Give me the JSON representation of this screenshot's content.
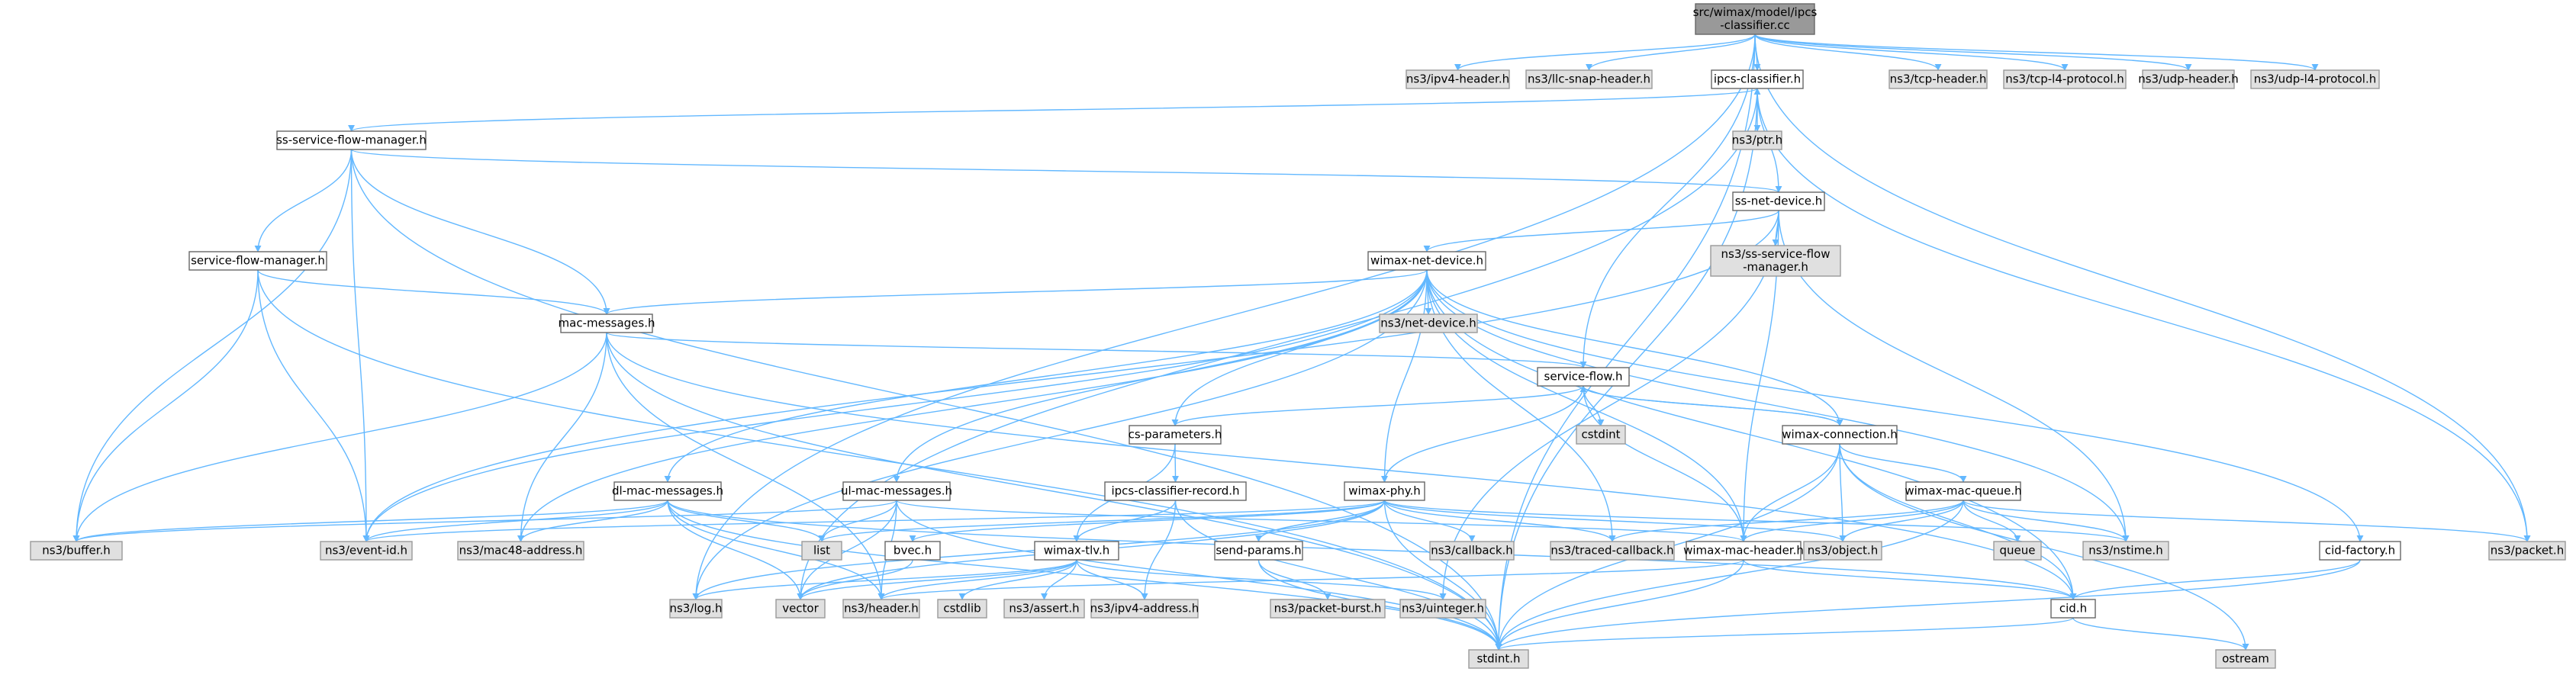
{
  "colors": {
    "root_fill": "#999999",
    "root_stroke": "#666666",
    "internal_fill": "#ffffff",
    "internal_stroke": "#666666",
    "external_fill": "#e0e0e0",
    "external_stroke": "#999999",
    "edge": "#63b8ff"
  },
  "nodes": [
    {
      "id": "root",
      "type": "root",
      "lines": [
        "src/wimax/model/ipcs",
        "-classifier.cc"
      ]
    },
    {
      "id": "ipv4hdr",
      "type": "external",
      "lines": [
        "ns3/ipv4-header.h"
      ]
    },
    {
      "id": "llcsnap",
      "type": "external",
      "lines": [
        "ns3/llc-snap-header.h"
      ]
    },
    {
      "id": "ipcsclass",
      "type": "internal",
      "lines": [
        "ipcs-classifier.h"
      ]
    },
    {
      "id": "tcphdr",
      "type": "external",
      "lines": [
        "ns3/tcp-header.h"
      ]
    },
    {
      "id": "tcpl4",
      "type": "external",
      "lines": [
        "ns3/tcp-l4-protocol.h"
      ]
    },
    {
      "id": "udphdr",
      "type": "external",
      "lines": [
        "ns3/udp-header.h"
      ]
    },
    {
      "id": "udpl4",
      "type": "external",
      "lines": [
        "ns3/udp-l4-protocol.h"
      ]
    },
    {
      "id": "ssflow",
      "type": "internal",
      "lines": [
        "ss-service-flow-manager.h"
      ]
    },
    {
      "id": "ptr",
      "type": "external",
      "lines": [
        "ns3/ptr.h"
      ]
    },
    {
      "id": "ssnet",
      "type": "internal",
      "lines": [
        "ss-net-device.h"
      ]
    },
    {
      "id": "sflowmgr",
      "type": "internal",
      "lines": [
        "service-flow-manager.h"
      ]
    },
    {
      "id": "wimaxnet",
      "type": "internal",
      "lines": [
        "wimax-net-device.h"
      ]
    },
    {
      "id": "ns3ssflow",
      "type": "external",
      "lines": [
        "ns3/ss-service-flow",
        "-manager.h"
      ]
    },
    {
      "id": "macmsg",
      "type": "internal",
      "lines": [
        "mac-messages.h"
      ]
    },
    {
      "id": "netdevice",
      "type": "external",
      "lines": [
        "ns3/net-device.h"
      ]
    },
    {
      "id": "sflow",
      "type": "internal",
      "lines": [
        "service-flow.h"
      ]
    },
    {
      "id": "csparams",
      "type": "internal",
      "lines": [
        "cs-parameters.h"
      ]
    },
    {
      "id": "cstdint",
      "type": "external",
      "lines": [
        "cstdint"
      ]
    },
    {
      "id": "wimaxconn",
      "type": "internal",
      "lines": [
        "wimax-connection.h"
      ]
    },
    {
      "id": "dlmac",
      "type": "internal",
      "lines": [
        "dl-mac-messages.h"
      ]
    },
    {
      "id": "ulmac",
      "type": "internal",
      "lines": [
        "ul-mac-messages.h"
      ]
    },
    {
      "id": "ipcsrec",
      "type": "internal",
      "lines": [
        "ipcs-classifier-record.h"
      ]
    },
    {
      "id": "wimaxphy",
      "type": "internal",
      "lines": [
        "wimax-phy.h"
      ]
    },
    {
      "id": "wimaxq",
      "type": "internal",
      "lines": [
        "wimax-mac-queue.h"
      ]
    },
    {
      "id": "buffer",
      "type": "external",
      "lines": [
        "ns3/buffer.h"
      ]
    },
    {
      "id": "eventid",
      "type": "external",
      "lines": [
        "ns3/event-id.h"
      ]
    },
    {
      "id": "mac48",
      "type": "external",
      "lines": [
        "ns3/mac48-address.h"
      ]
    },
    {
      "id": "list",
      "type": "external",
      "lines": [
        "list"
      ]
    },
    {
      "id": "bvec",
      "type": "internal",
      "lines": [
        "bvec.h"
      ]
    },
    {
      "id": "wimaxtlv",
      "type": "internal",
      "lines": [
        "wimax-tlv.h"
      ]
    },
    {
      "id": "sendparams",
      "type": "internal",
      "lines": [
        "send-params.h"
      ]
    },
    {
      "id": "callback",
      "type": "external",
      "lines": [
        "ns3/callback.h"
      ]
    },
    {
      "id": "traced",
      "type": "external",
      "lines": [
        "ns3/traced-callback.h"
      ]
    },
    {
      "id": "wimaxmachdr",
      "type": "internal",
      "lines": [
        "wimax-mac-header.h"
      ]
    },
    {
      "id": "object",
      "type": "external",
      "lines": [
        "ns3/object.h"
      ]
    },
    {
      "id": "queue",
      "type": "external",
      "lines": [
        "queue"
      ]
    },
    {
      "id": "nstime",
      "type": "external",
      "lines": [
        "ns3/nstime.h"
      ]
    },
    {
      "id": "cidfactory",
      "type": "internal",
      "lines": [
        "cid-factory.h"
      ]
    },
    {
      "id": "packet",
      "type": "external",
      "lines": [
        "ns3/packet.h"
      ]
    },
    {
      "id": "log",
      "type": "external",
      "lines": [
        "ns3/log.h"
      ]
    },
    {
      "id": "vector",
      "type": "external",
      "lines": [
        "vector"
      ]
    },
    {
      "id": "header",
      "type": "external",
      "lines": [
        "ns3/header.h"
      ]
    },
    {
      "id": "cstdlib",
      "type": "external",
      "lines": [
        "cstdlib"
      ]
    },
    {
      "id": "assert",
      "type": "external",
      "lines": [
        "ns3/assert.h"
      ]
    },
    {
      "id": "ipv4addr",
      "type": "external",
      "lines": [
        "ns3/ipv4-address.h"
      ]
    },
    {
      "id": "packetburst",
      "type": "external",
      "lines": [
        "ns3/packet-burst.h"
      ]
    },
    {
      "id": "uinteger",
      "type": "external",
      "lines": [
        "ns3/uinteger.h"
      ]
    },
    {
      "id": "cid",
      "type": "internal",
      "lines": [
        "cid.h"
      ]
    },
    {
      "id": "stdint",
      "type": "external",
      "lines": [
        "stdint.h"
      ]
    },
    {
      "id": "ostream",
      "type": "external",
      "lines": [
        "ostream"
      ]
    }
  ],
  "edges": [
    [
      "root",
      "ipv4hdr"
    ],
    [
      "root",
      "llcsnap"
    ],
    [
      "root",
      "ipcsclass"
    ],
    [
      "root",
      "tcphdr"
    ],
    [
      "root",
      "tcpl4"
    ],
    [
      "root",
      "udphdr"
    ],
    [
      "root",
      "udpl4"
    ],
    [
      "root",
      "sflow"
    ],
    [
      "root",
      "packet"
    ],
    [
      "root",
      "log"
    ],
    [
      "root",
      "stdint"
    ],
    [
      "ipcsclass",
      "ssflow"
    ],
    [
      "ipcsclass",
      "ptr"
    ],
    [
      "ipcsclass",
      "packet"
    ],
    [
      "ipcsclass",
      "stdint"
    ],
    [
      "ipcsclass",
      "vector"
    ],
    [
      "ssflow",
      "sflowmgr"
    ],
    [
      "ssflow",
      "ssnet"
    ],
    [
      "ssflow",
      "macmsg"
    ],
    [
      "ssflow",
      "buffer"
    ],
    [
      "ssflow",
      "eventid"
    ],
    [
      "ssflow",
      "stdint"
    ],
    [
      "ssnet",
      "ipcsclass"
    ],
    [
      "ssnet",
      "wimaxnet"
    ],
    [
      "ssnet",
      "ns3ssflow"
    ],
    [
      "ssnet",
      "eventid"
    ],
    [
      "ssnet",
      "nstime"
    ],
    [
      "ssnet",
      "wimaxmachdr"
    ],
    [
      "ssnet",
      "uinteger"
    ],
    [
      "sflowmgr",
      "macmsg"
    ],
    [
      "sflowmgr",
      "buffer"
    ],
    [
      "sflowmgr",
      "eventid"
    ],
    [
      "sflowmgr",
      "stdint"
    ],
    [
      "wimaxnet",
      "macmsg"
    ],
    [
      "wimaxnet",
      "netdevice"
    ],
    [
      "wimaxnet",
      "dlmac"
    ],
    [
      "wimaxnet",
      "ulmac"
    ],
    [
      "wimaxnet",
      "csparams"
    ],
    [
      "wimaxnet",
      "wimaxphy"
    ],
    [
      "wimaxnet",
      "wimaxconn"
    ],
    [
      "wimaxnet",
      "wimaxmachdr"
    ],
    [
      "wimaxnet",
      "traced"
    ],
    [
      "wimaxnet",
      "nstime"
    ],
    [
      "wimaxnet",
      "cidfactory"
    ],
    [
      "wimaxnet",
      "cid"
    ],
    [
      "wimaxnet",
      "mac48"
    ],
    [
      "wimaxnet",
      "eventid"
    ],
    [
      "wimaxnet",
      "log"
    ],
    [
      "macmsg",
      "sflow"
    ],
    [
      "macmsg",
      "mac48"
    ],
    [
      "macmsg",
      "buffer"
    ],
    [
      "macmsg",
      "header"
    ],
    [
      "macmsg",
      "stdint"
    ],
    [
      "macmsg",
      "cid"
    ],
    [
      "sflow",
      "csparams"
    ],
    [
      "sflow",
      "cstdint"
    ],
    [
      "sflow",
      "wimaxconn"
    ],
    [
      "sflow",
      "wimaxphy"
    ],
    [
      "sflow",
      "wimaxmachdr"
    ],
    [
      "csparams",
      "ipcsrec"
    ],
    [
      "csparams",
      "wimaxtlv"
    ],
    [
      "wimaxconn",
      "sflow"
    ],
    [
      "wimaxconn",
      "wimaxq"
    ],
    [
      "wimaxconn",
      "wimaxmachdr"
    ],
    [
      "wimaxconn",
      "object"
    ],
    [
      "wimaxconn",
      "cid"
    ],
    [
      "wimaxconn",
      "ostream"
    ],
    [
      "wimaxconn",
      "stdint"
    ],
    [
      "dlmac",
      "buffer"
    ],
    [
      "dlmac",
      "eventid"
    ],
    [
      "dlmac",
      "mac48"
    ],
    [
      "dlmac",
      "list"
    ],
    [
      "dlmac",
      "header"
    ],
    [
      "dlmac",
      "vector"
    ],
    [
      "dlmac",
      "stdint"
    ],
    [
      "dlmac",
      "cid"
    ],
    [
      "ulmac",
      "list"
    ],
    [
      "ulmac",
      "buffer"
    ],
    [
      "ulmac",
      "header"
    ],
    [
      "ulmac",
      "vector"
    ],
    [
      "ulmac",
      "stdint"
    ],
    [
      "ulmac",
      "wimaxmachdr"
    ],
    [
      "ipcsrec",
      "wimaxtlv"
    ],
    [
      "ipcsrec",
      "ipv4addr"
    ],
    [
      "ipcsrec",
      "stdint"
    ],
    [
      "wimaxphy",
      "bvec"
    ],
    [
      "wimaxphy",
      "sendparams"
    ],
    [
      "wimaxphy",
      "callback"
    ],
    [
      "wimaxphy",
      "traced"
    ],
    [
      "wimaxphy",
      "object"
    ],
    [
      "wimaxphy",
      "nstime"
    ],
    [
      "wimaxphy",
      "list"
    ],
    [
      "wimaxphy",
      "log"
    ],
    [
      "wimaxphy",
      "eventid"
    ],
    [
      "wimaxphy",
      "stdint"
    ],
    [
      "wimaxphy",
      "vector"
    ],
    [
      "wimaxq",
      "wimaxmachdr"
    ],
    [
      "wimaxq",
      "queue"
    ],
    [
      "wimaxq",
      "object"
    ],
    [
      "wimaxq",
      "nstime"
    ],
    [
      "wimaxq",
      "packet"
    ],
    [
      "wimaxq",
      "traced"
    ],
    [
      "wimaxq",
      "stdint"
    ],
    [
      "bvec",
      "vector"
    ],
    [
      "wimaxtlv",
      "log"
    ],
    [
      "wimaxtlv",
      "vector"
    ],
    [
      "wimaxtlv",
      "header"
    ],
    [
      "wimaxtlv",
      "cstdlib"
    ],
    [
      "wimaxtlv",
      "assert"
    ],
    [
      "wimaxtlv",
      "ipv4addr"
    ],
    [
      "wimaxtlv",
      "uinteger"
    ],
    [
      "sendparams",
      "packetburst"
    ],
    [
      "sendparams",
      "stdint"
    ],
    [
      "wimaxmachdr",
      "header"
    ],
    [
      "wimaxmachdr",
      "cid"
    ],
    [
      "wimaxmachdr",
      "stdint"
    ],
    [
      "cidfactory",
      "cid"
    ],
    [
      "cidfactory",
      "stdint"
    ],
    [
      "cid",
      "ostream"
    ],
    [
      "cid",
      "stdint"
    ]
  ]
}
